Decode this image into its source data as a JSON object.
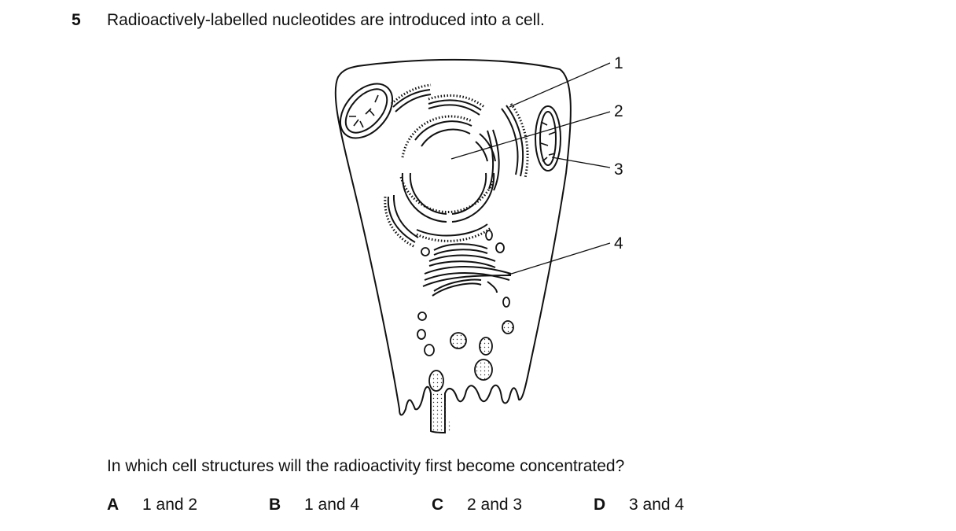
{
  "question": {
    "number": "5",
    "stem": "Radioactively-labelled nucleotides are introduced into a cell.",
    "prompt": "In which cell structures will the radioactivity first become concentrated?"
  },
  "diagram": {
    "labels": [
      "1",
      "2",
      "3",
      "4"
    ]
  },
  "options": [
    {
      "letter": "A",
      "text": "1 and 2"
    },
    {
      "letter": "B",
      "text": "1 and 4"
    },
    {
      "letter": "C",
      "text": "2 and 3"
    },
    {
      "letter": "D",
      "text": "3 and 4"
    }
  ]
}
